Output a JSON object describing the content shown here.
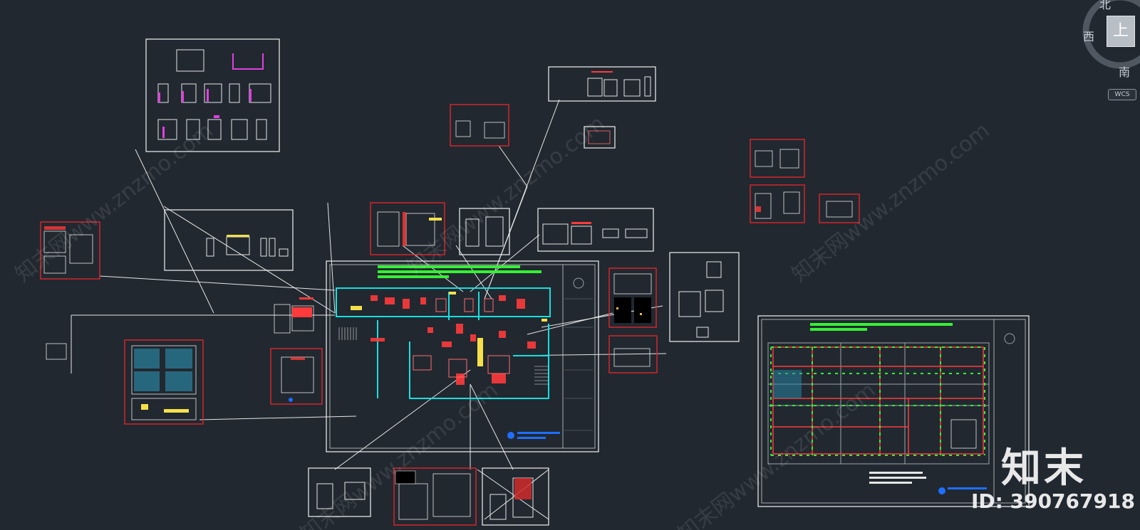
{
  "viewport": {
    "compass_north": "北",
    "compass_west": "西",
    "compass_south": "南",
    "cube_face": "上",
    "ucs_label": "WCS"
  },
  "watermark": {
    "brand": "知末",
    "id": "ID: 390767918",
    "tile_text_latin": "www.znzmo.com",
    "tile_text_cn": "知末网"
  },
  "colors": {
    "background": "#212830",
    "frame": "#f2f2f2",
    "detail_frame": "#e0262b",
    "annotation": "#35f035",
    "wall": "#15e0e0",
    "furniture": "#ff3a3a",
    "accent": "#f5e04a",
    "magenta": "#e040e0"
  }
}
